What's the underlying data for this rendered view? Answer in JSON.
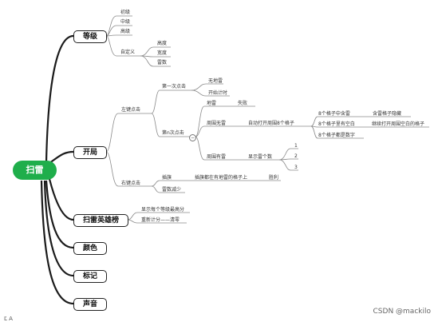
{
  "root": "扫雷",
  "branches": {
    "level": "等级",
    "game": "开局",
    "ranking": "扫雷英雄榜",
    "color": "颜色",
    "mark": "标记",
    "sound": "声音"
  },
  "level_items": {
    "beginner": "初级",
    "intermediate": "中级",
    "expert": "高级",
    "custom": "自定义",
    "custom_height": "高度",
    "custom_width": "宽度",
    "custom_mines": "雷数"
  },
  "game_items": {
    "left_click": "左键点击",
    "first_click": "第一次点击",
    "no_mine": "无地雷",
    "start_timer": "开始计时",
    "nth_click": "第n次点击",
    "is_mine": "地雷",
    "fail": "失败",
    "no_mine_around": "周围无雷",
    "auto_open_8": "自动打开周围8个格子",
    "eight_has_mine": "8个格子中含雷",
    "has_mine_stop": "含雷格子隐藏",
    "eight_has_blank": "8个格子里有空白",
    "continue_open": "继续打开周围空白的格子",
    "eight_all_numbers": "8个格子都是数字",
    "mine_around": "周围有雷",
    "show_count": "显示雷个数",
    "n1": "1",
    "n2": "2",
    "n3": "3",
    "right_click": "右键点击",
    "flag": "插旗",
    "flag_all": "插旗都在有地雷的格子上",
    "win": "胜利",
    "mines_decrease": "雷数减少"
  },
  "ranking_items": {
    "show_best": "显示每个等级最高分",
    "reset": "重新计分——清零"
  },
  "toggle_symbol": "−",
  "watermark": "CSDN @mackilo",
  "corner_text": "Ľ A",
  "colors": {
    "root": "#1fae4b",
    "line": "#222222",
    "thin_line": "#999999"
  }
}
